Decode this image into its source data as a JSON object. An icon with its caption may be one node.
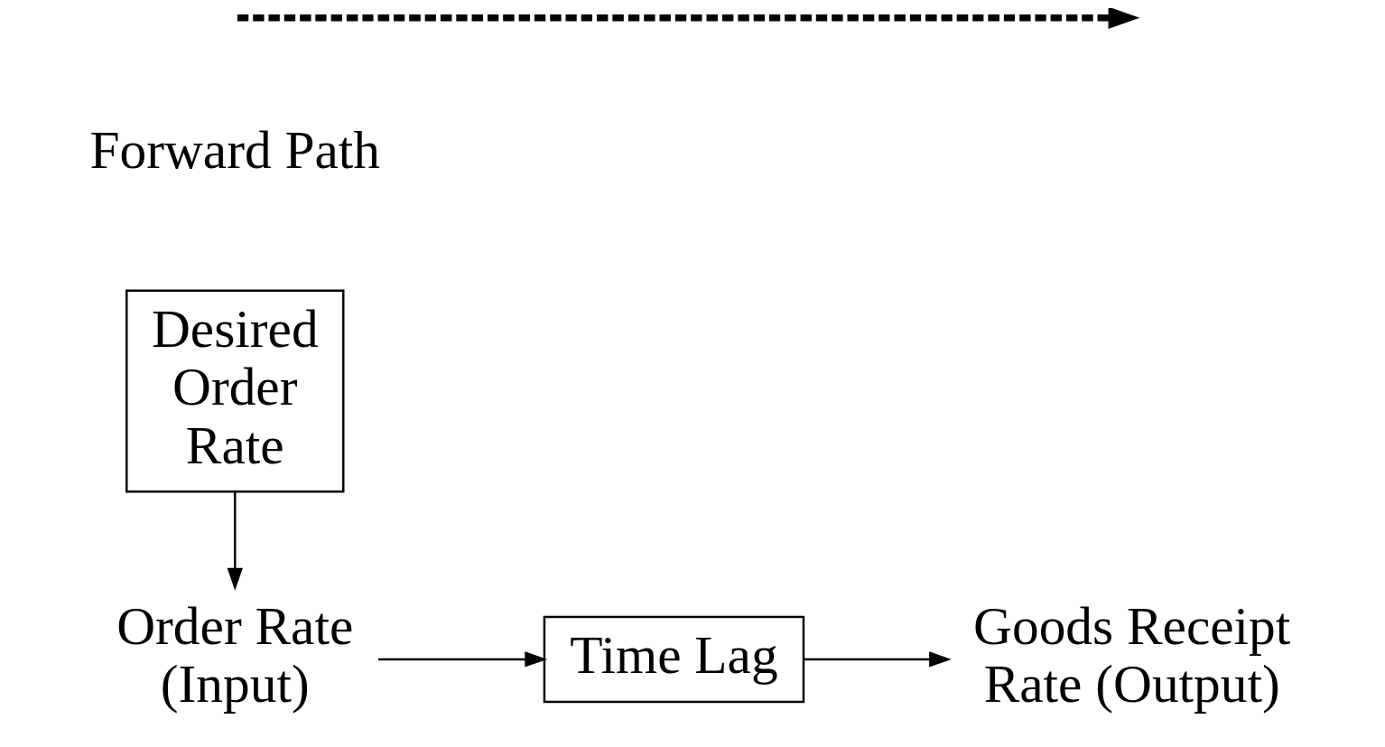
{
  "diagram": {
    "nodes": [
      {
        "text": [
          "Order Rate (Input)"
        ]
      },
      {
        "text": [
          "Time Lag"
        ]
      },
      {
        "text": [
          "Goods Receipt Rate (Output)"
        ]
      },
      {
        "text": [
          "Desired Order Rate"
        ]
      }
    ],
    "edges": [
      {
        "from": 0,
        "to": 1,
        "arrow": "to"
      },
      {
        "from": 1,
        "to": 2,
        "arrow": "to"
      },
      {
        "from": 3,
        "to": 0,
        "arrow": "to"
      }
    ],
    "labels": [
      "Forward Path"
    ]
  }
}
